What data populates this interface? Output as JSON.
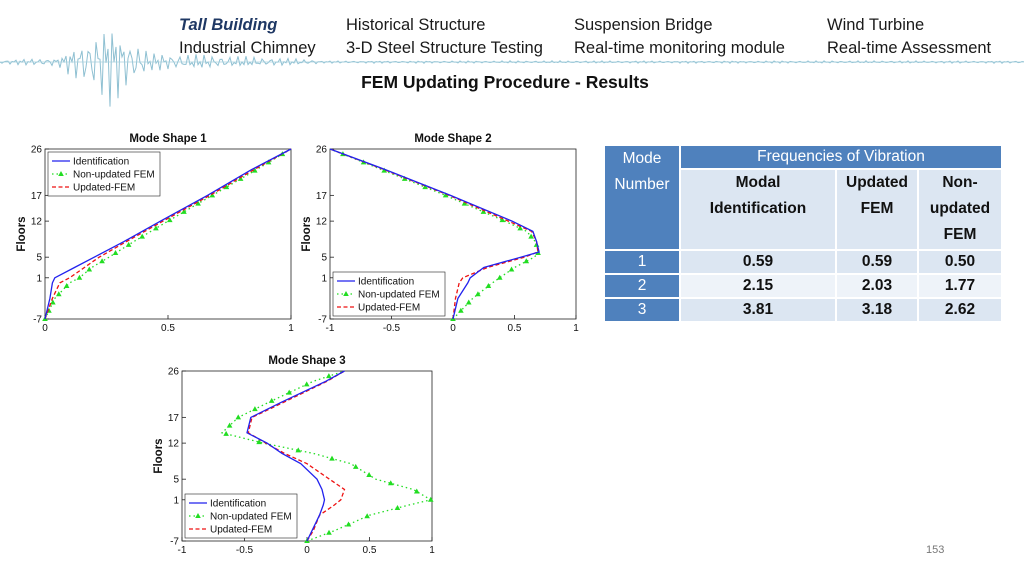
{
  "nav": {
    "items": [
      {
        "label": "Tall Building",
        "active": true
      },
      {
        "label": "Historical Structure"
      },
      {
        "label": "Suspension Bridge"
      },
      {
        "label": "Wind Turbine"
      },
      {
        "label": "Industrial Chimney"
      },
      {
        "label": "3-D Steel Structure Testing"
      },
      {
        "label": "Real-time monitoring module"
      },
      {
        "label": "Real-time Assessment"
      }
    ]
  },
  "page_title": "FEM Updating Procedure - Results",
  "slide_number": "153",
  "colors": {
    "identification": "#2222ee",
    "non_updated": "#22dd22",
    "updated": "#ee1111",
    "table_header": "#4f81bd",
    "table_light": "#dce6f2",
    "table_lighter": "#eef3f9"
  },
  "chart_data": [
    {
      "type": "line",
      "title": "Mode Shape 1",
      "ylabel": "Floors",
      "xlim": [
        0,
        1
      ],
      "ylim": [
        -7,
        26
      ],
      "xticks": [
        "0",
        "0.5",
        "1"
      ],
      "yticks": [
        "-7",
        "1",
        "5",
        "12",
        "17",
        "26"
      ],
      "legend": "top-left",
      "legend_entries": [
        "Identification",
        "Non-updated FEM",
        "Updated-FEM"
      ],
      "y": [
        -7,
        -3,
        0,
        1,
        3,
        5,
        8,
        12,
        17,
        22,
        26
      ],
      "series": [
        {
          "name": "Identification",
          "values": [
            0.0,
            0.02,
            0.03,
            0.04,
            0.12,
            0.2,
            0.32,
            0.47,
            0.66,
            0.84,
            1.0
          ]
        },
        {
          "name": "Non-updated FEM",
          "values": [
            0.0,
            0.04,
            0.1,
            0.14,
            0.19,
            0.26,
            0.36,
            0.5,
            0.68,
            0.86,
            1.0
          ]
        },
        {
          "name": "Updated-FEM",
          "values": [
            0.0,
            0.03,
            0.06,
            0.1,
            0.16,
            0.22,
            0.33,
            0.48,
            0.67,
            0.85,
            1.0
          ]
        }
      ]
    },
    {
      "type": "line",
      "title": "Mode Shape 2",
      "ylabel": "Floors",
      "xlim": [
        -1,
        1
      ],
      "ylim": [
        -7,
        26
      ],
      "xticks": [
        "-1",
        "-0.5",
        "0",
        "0.5",
        "1"
      ],
      "yticks": [
        "-7",
        "1",
        "5",
        "12",
        "17",
        "26"
      ],
      "legend": "bottom-left",
      "legend_entries": [
        "Identification",
        "Non-updated FEM",
        "Updated-FEM"
      ],
      "y": [
        -7,
        -3,
        0,
        1,
        3,
        5,
        6,
        8,
        10,
        12,
        17,
        22,
        26
      ],
      "series": [
        {
          "name": "Identification",
          "values": [
            0.0,
            0.04,
            0.12,
            0.14,
            0.25,
            0.55,
            0.7,
            0.68,
            0.65,
            0.48,
            -0.02,
            -0.55,
            -1.0
          ]
        },
        {
          "name": "Non-updated FEM",
          "values": [
            0.0,
            0.16,
            0.32,
            0.38,
            0.5,
            0.66,
            0.7,
            0.67,
            0.6,
            0.42,
            -0.06,
            -0.58,
            -1.0
          ]
        },
        {
          "name": "Updated-FEM",
          "values": [
            0.0,
            0.02,
            0.05,
            0.08,
            0.28,
            0.58,
            0.69,
            0.68,
            0.64,
            0.45,
            -0.03,
            -0.56,
            -1.0
          ]
        }
      ]
    },
    {
      "type": "line",
      "title": "Mode Shape 3",
      "ylabel": "Floors",
      "xlim": [
        -1,
        1
      ],
      "ylim": [
        -7,
        26
      ],
      "xticks": [
        "-1",
        "-0.5",
        "0",
        "0.5",
        "1"
      ],
      "yticks": [
        "-7",
        "1",
        "5",
        "12",
        "17",
        "26"
      ],
      "legend": "bottom-left",
      "legend_entries": [
        "Identification",
        "Non-updated FEM",
        "Updated-FEM"
      ],
      "y": [
        -7,
        -5,
        -2,
        0,
        1,
        3,
        5,
        8,
        10,
        12,
        14,
        17,
        20,
        24,
        26
      ],
      "series": [
        {
          "name": "Identification",
          "values": [
            0.0,
            0.04,
            0.1,
            0.13,
            0.14,
            0.12,
            0.08,
            -0.05,
            -0.2,
            -0.32,
            -0.48,
            -0.45,
            -0.2,
            0.15,
            0.3
          ]
        },
        {
          "name": "Non-updated FEM",
          "values": [
            0.0,
            0.22,
            0.5,
            0.82,
            0.99,
            0.85,
            0.55,
            0.35,
            0.05,
            -0.35,
            -0.68,
            -0.55,
            -0.3,
            0.05,
            0.3
          ]
        },
        {
          "name": "Updated-FEM",
          "values": [
            0.0,
            0.05,
            0.1,
            0.22,
            0.27,
            0.3,
            0.18,
            0.0,
            -0.18,
            -0.33,
            -0.47,
            -0.44,
            -0.18,
            0.16,
            0.3
          ]
        }
      ]
    },
    {
      "type": "table",
      "header": {
        "mode_number": [
          "Mode",
          "Number"
        ],
        "group": "Frequencies of Vibration",
        "columns": [
          [
            "Modal",
            "Identification"
          ],
          [
            "Updated",
            "FEM"
          ],
          [
            "Non-",
            "updated",
            "FEM"
          ]
        ]
      },
      "rows": [
        {
          "mode": "1",
          "values": [
            "0.59",
            "0.59",
            "0.50"
          ]
        },
        {
          "mode": "2",
          "values": [
            "2.15",
            "2.03",
            "1.77"
          ]
        },
        {
          "mode": "3",
          "values": [
            "3.81",
            "3.18",
            "2.62"
          ]
        }
      ]
    }
  ]
}
